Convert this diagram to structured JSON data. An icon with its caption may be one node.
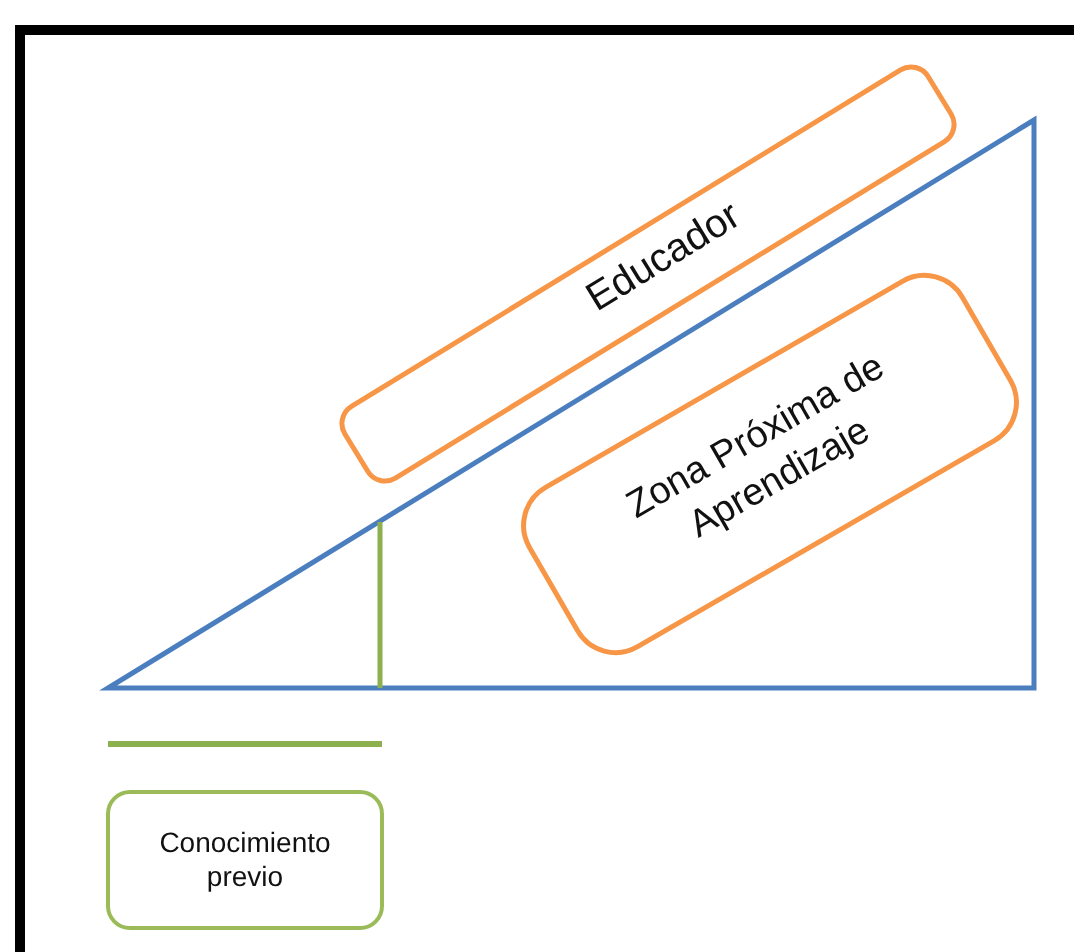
{
  "diagram": {
    "nodes": [
      {
        "text": [
          "Educador"
        ]
      },
      {
        "text": [
          "Zona Próxima de Aprendizaje"
        ]
      },
      {
        "text": [
          "Conocimiento previo"
        ]
      }
    ]
  }
}
